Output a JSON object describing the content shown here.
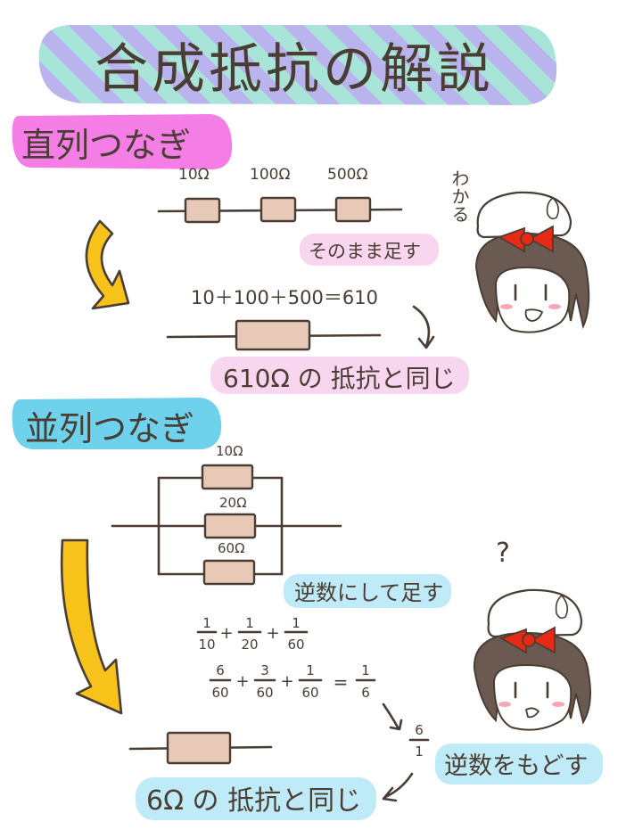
{
  "title": "合成抵抗の解説",
  "series_section": {
    "heading": "直列つなぎ",
    "resistor_labels": [
      "10Ω",
      "100Ω",
      "500Ω"
    ],
    "hint": "そのまま足す",
    "equation": "10＋100＋500＝610",
    "result": "610Ω の 抵抗と同じ",
    "character_comment": "わかる"
  },
  "parallel_section": {
    "heading": "並列つなぎ",
    "resistor_labels": [
      "10Ω",
      "20Ω",
      "60Ω"
    ],
    "hint": "逆数にして足す",
    "fractions_row1": [
      {
        "num": "1",
        "den": "10"
      },
      {
        "num": "1",
        "den": "20"
      },
      {
        "num": "1",
        "den": "60"
      }
    ],
    "fractions_row2": [
      {
        "num": "6",
        "den": "60"
      },
      {
        "num": "3",
        "den": "60"
      },
      {
        "num": "1",
        "den": "60"
      }
    ],
    "sum_result": {
      "num": "1",
      "den": "6"
    },
    "inverse": {
      "num": "6",
      "den": "1"
    },
    "inverse_label": "逆数をもどす",
    "result": "6Ω の 抵抗と同じ",
    "character_comment": "?"
  },
  "colors": {
    "title_stripe_a": "#b9b4ee",
    "title_stripe_b": "#a9e4d8",
    "series_heading_bg": "#f47ee6",
    "parallel_heading_bg": "#6fd2ec",
    "pink_label_bg": "#f9d6ef",
    "blue_label_bg": "#bfeaf7",
    "arrow_fill": "#f7c31a",
    "resistor_fill": "#e8c9b8",
    "ribbon": "#e62a16",
    "hair": "#6b5a52"
  }
}
